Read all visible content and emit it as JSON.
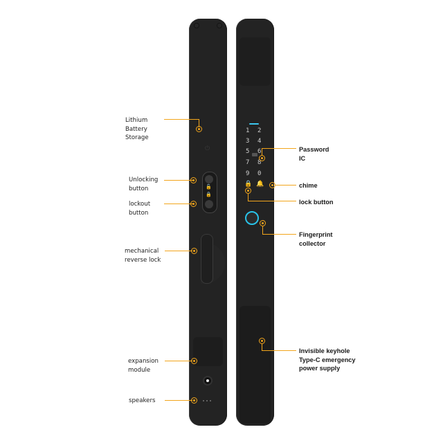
{
  "title": "Smart lock component diagram",
  "accent_color": "#f2a51c",
  "panel_color": "#232323",
  "fingerprint_ring_color": "#29c3e8",
  "left_labels": [
    {
      "id": "lithium",
      "text": "Lithium\nBattery\nStorage"
    },
    {
      "id": "unlocking",
      "text": "Unlocking\nbutton"
    },
    {
      "id": "lockout",
      "text": "lockout\nbutton"
    },
    {
      "id": "mechanical",
      "text": "mechanical\nreverse lock"
    },
    {
      "id": "expansion",
      "text": "expansion\nmodule"
    },
    {
      "id": "speakers",
      "text": "speakers"
    }
  ],
  "right_labels": [
    {
      "id": "password",
      "text": "Password\nIC"
    },
    {
      "id": "chime",
      "text": "chime"
    },
    {
      "id": "lockbtn",
      "text": "lock button"
    },
    {
      "id": "fingerprint",
      "text": "Fingerprint\ncollector"
    },
    {
      "id": "keyhole",
      "text": "Invisible keyhole\nType-C emergency\npower supply"
    }
  ],
  "keypad": {
    "keys": [
      "1",
      "2",
      "3",
      "4",
      "5",
      "6",
      "7",
      "8",
      "9",
      "0"
    ]
  },
  "icons": {
    "unlock": "🔓",
    "lock": "🔒",
    "bell": "🔔",
    "power": "⏻"
  }
}
